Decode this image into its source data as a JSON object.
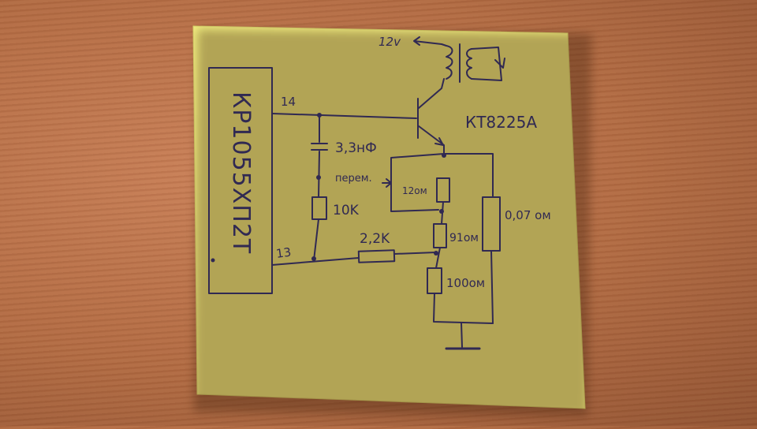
{
  "colors": {
    "ink": "#2a2f7a",
    "paper": "#f1ec7e",
    "wood": "#b9714a"
  },
  "labels": {
    "ic": "КР1055ХП2Т",
    "pin14": "14",
    "pin13": "13",
    "supply": "12v",
    "transistor": "КТ8225А",
    "capacitor": "3,3нФ",
    "variable": "перем.",
    "r_10k": "10K",
    "r_2k2": "2,2K",
    "r_12": "12ом",
    "r_91": "91ом",
    "r_100": "100ом",
    "r_shunt": "0,07 ом"
  }
}
